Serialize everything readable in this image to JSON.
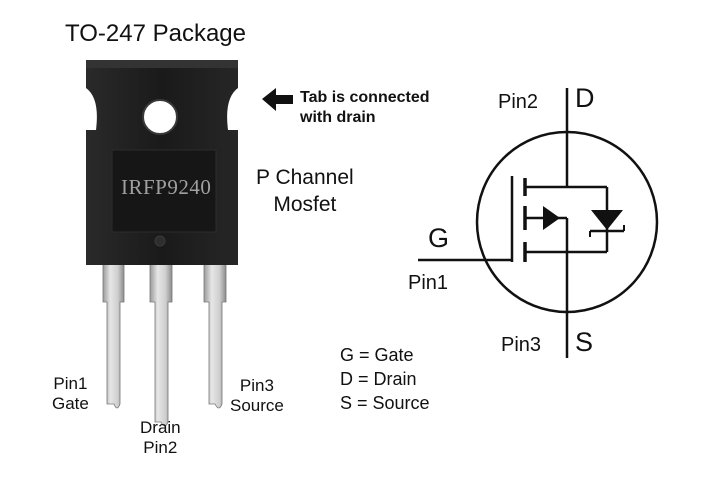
{
  "package": {
    "title": "TO-247 Package",
    "part_number": "IRFP9240",
    "tab_note_line1": "Tab is connected",
    "tab_note_line2": "with drain",
    "mosfet_type_line1": "P Channel",
    "mosfet_type_line2": "Mosfet"
  },
  "leads": [
    {
      "line1": "Pin1",
      "line2": "Gate"
    },
    {
      "line1": "Drain",
      "line2": "Pin2"
    },
    {
      "line1": "Pin3",
      "line2": "Source"
    }
  ],
  "symbol": {
    "drain_pin": "Pin2",
    "drain_letter": "D",
    "gate_letter": "G",
    "gate_pin": "Pin1",
    "source_pin": "Pin3",
    "source_letter": "S"
  },
  "legend": [
    "G = Gate",
    "D = Drain",
    "S = Source"
  ],
  "colors": {
    "body": "#1b1b1b",
    "leads": "#cfcfcf",
    "ink": "#111111",
    "part_text": "#a0a0a0"
  }
}
